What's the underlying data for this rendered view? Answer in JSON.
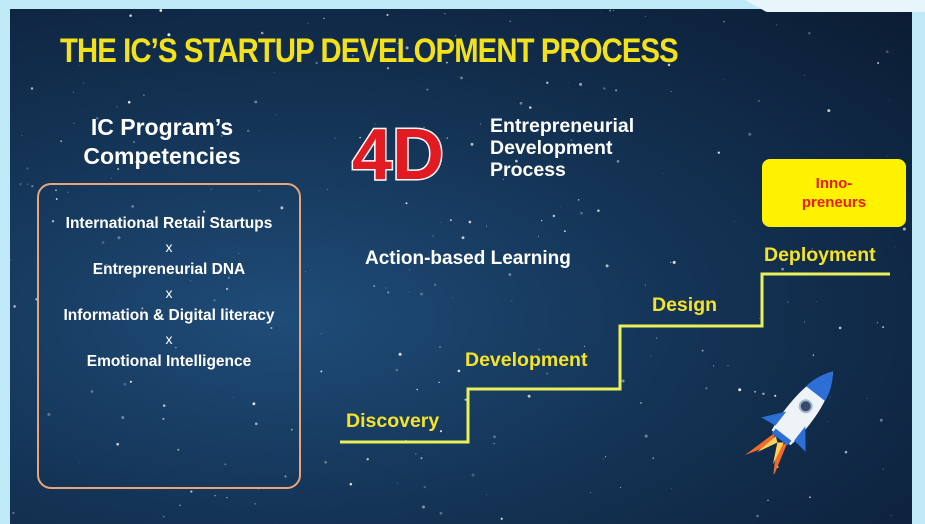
{
  "slide": {
    "title": "THE IC’S STARTUP DEVELOPMENT PROCESS",
    "competencies": {
      "heading": "IC Program’s Competencies",
      "items": [
        "International Retail Startups",
        "Entrepreneurial DNA",
        "Information & Digital literacy",
        "Emotional Intelligence"
      ],
      "separator": "x"
    },
    "logo": {
      "mark": "4D",
      "text": "Entrepreneurial Development Process"
    },
    "action_label": "Action-based Learning",
    "badge": "Inno-\npreneurs",
    "steps": [
      "Discovery",
      "Development",
      "Design",
      "Deployment"
    ],
    "colors": {
      "title": "#f2e11b",
      "step_line": "#eaf05a",
      "badge_bg": "#fff200",
      "badge_text": "#e51c1c",
      "logo_red": "#e21b22",
      "box_border": "#e7a57c"
    }
  }
}
